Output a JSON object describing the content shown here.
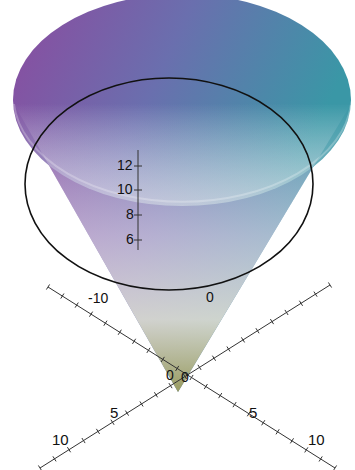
{
  "diagram": {
    "labels": [
      "12",
      "10",
      "8",
      "6",
      "-10",
      "0",
      "0",
      "0",
      "5",
      "10",
      "5",
      "10"
    ]
  }
}
